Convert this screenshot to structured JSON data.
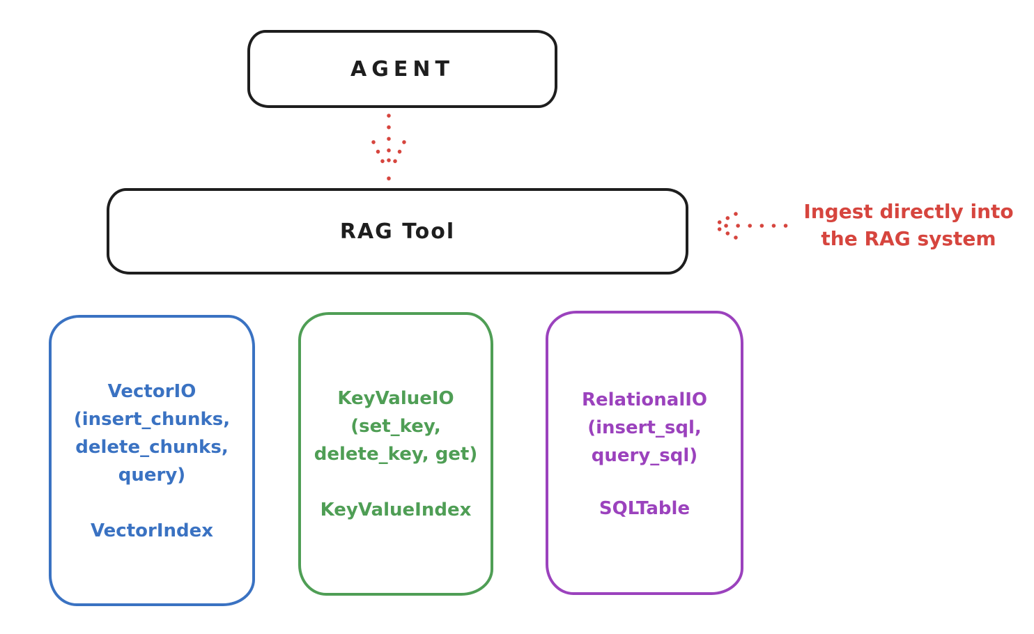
{
  "agent_box": {
    "label": "AGENT"
  },
  "rag_box": {
    "label": "RAG Tool"
  },
  "annotation": {
    "line1": "Ingest directly into",
    "line2": "the RAG system"
  },
  "arrows": {
    "agent_to_rag": {
      "style": "dotted",
      "direction": "down",
      "color": "#d6453e"
    },
    "annotation_to_rag": {
      "style": "dotted",
      "direction": "left",
      "color": "#d6453e"
    }
  },
  "backend_boxes": [
    {
      "name": "vector-io",
      "color": "#3a72c2",
      "lines": [
        "VectorIO",
        "(insert_chunks,",
        "delete_chunks,",
        "query)"
      ],
      "index_label": "VectorIndex"
    },
    {
      "name": "keyvalue-io",
      "color": "#4f9e55",
      "lines": [
        "KeyValueIO",
        "(set_key,",
        "delete_key, get)"
      ],
      "index_label": "KeyValueIndex"
    },
    {
      "name": "relational-io",
      "color": "#9b42bd",
      "lines": [
        "RelationalIO",
        "(insert_sql,",
        "query_sql)"
      ],
      "index_label": "SQLTable"
    }
  ],
  "colors": {
    "ink": "#1e1e1e",
    "red": "#d6453e",
    "blue": "#3a72c2",
    "green": "#4f9e55",
    "purple": "#9b42bd",
    "background": "#ffffff"
  }
}
